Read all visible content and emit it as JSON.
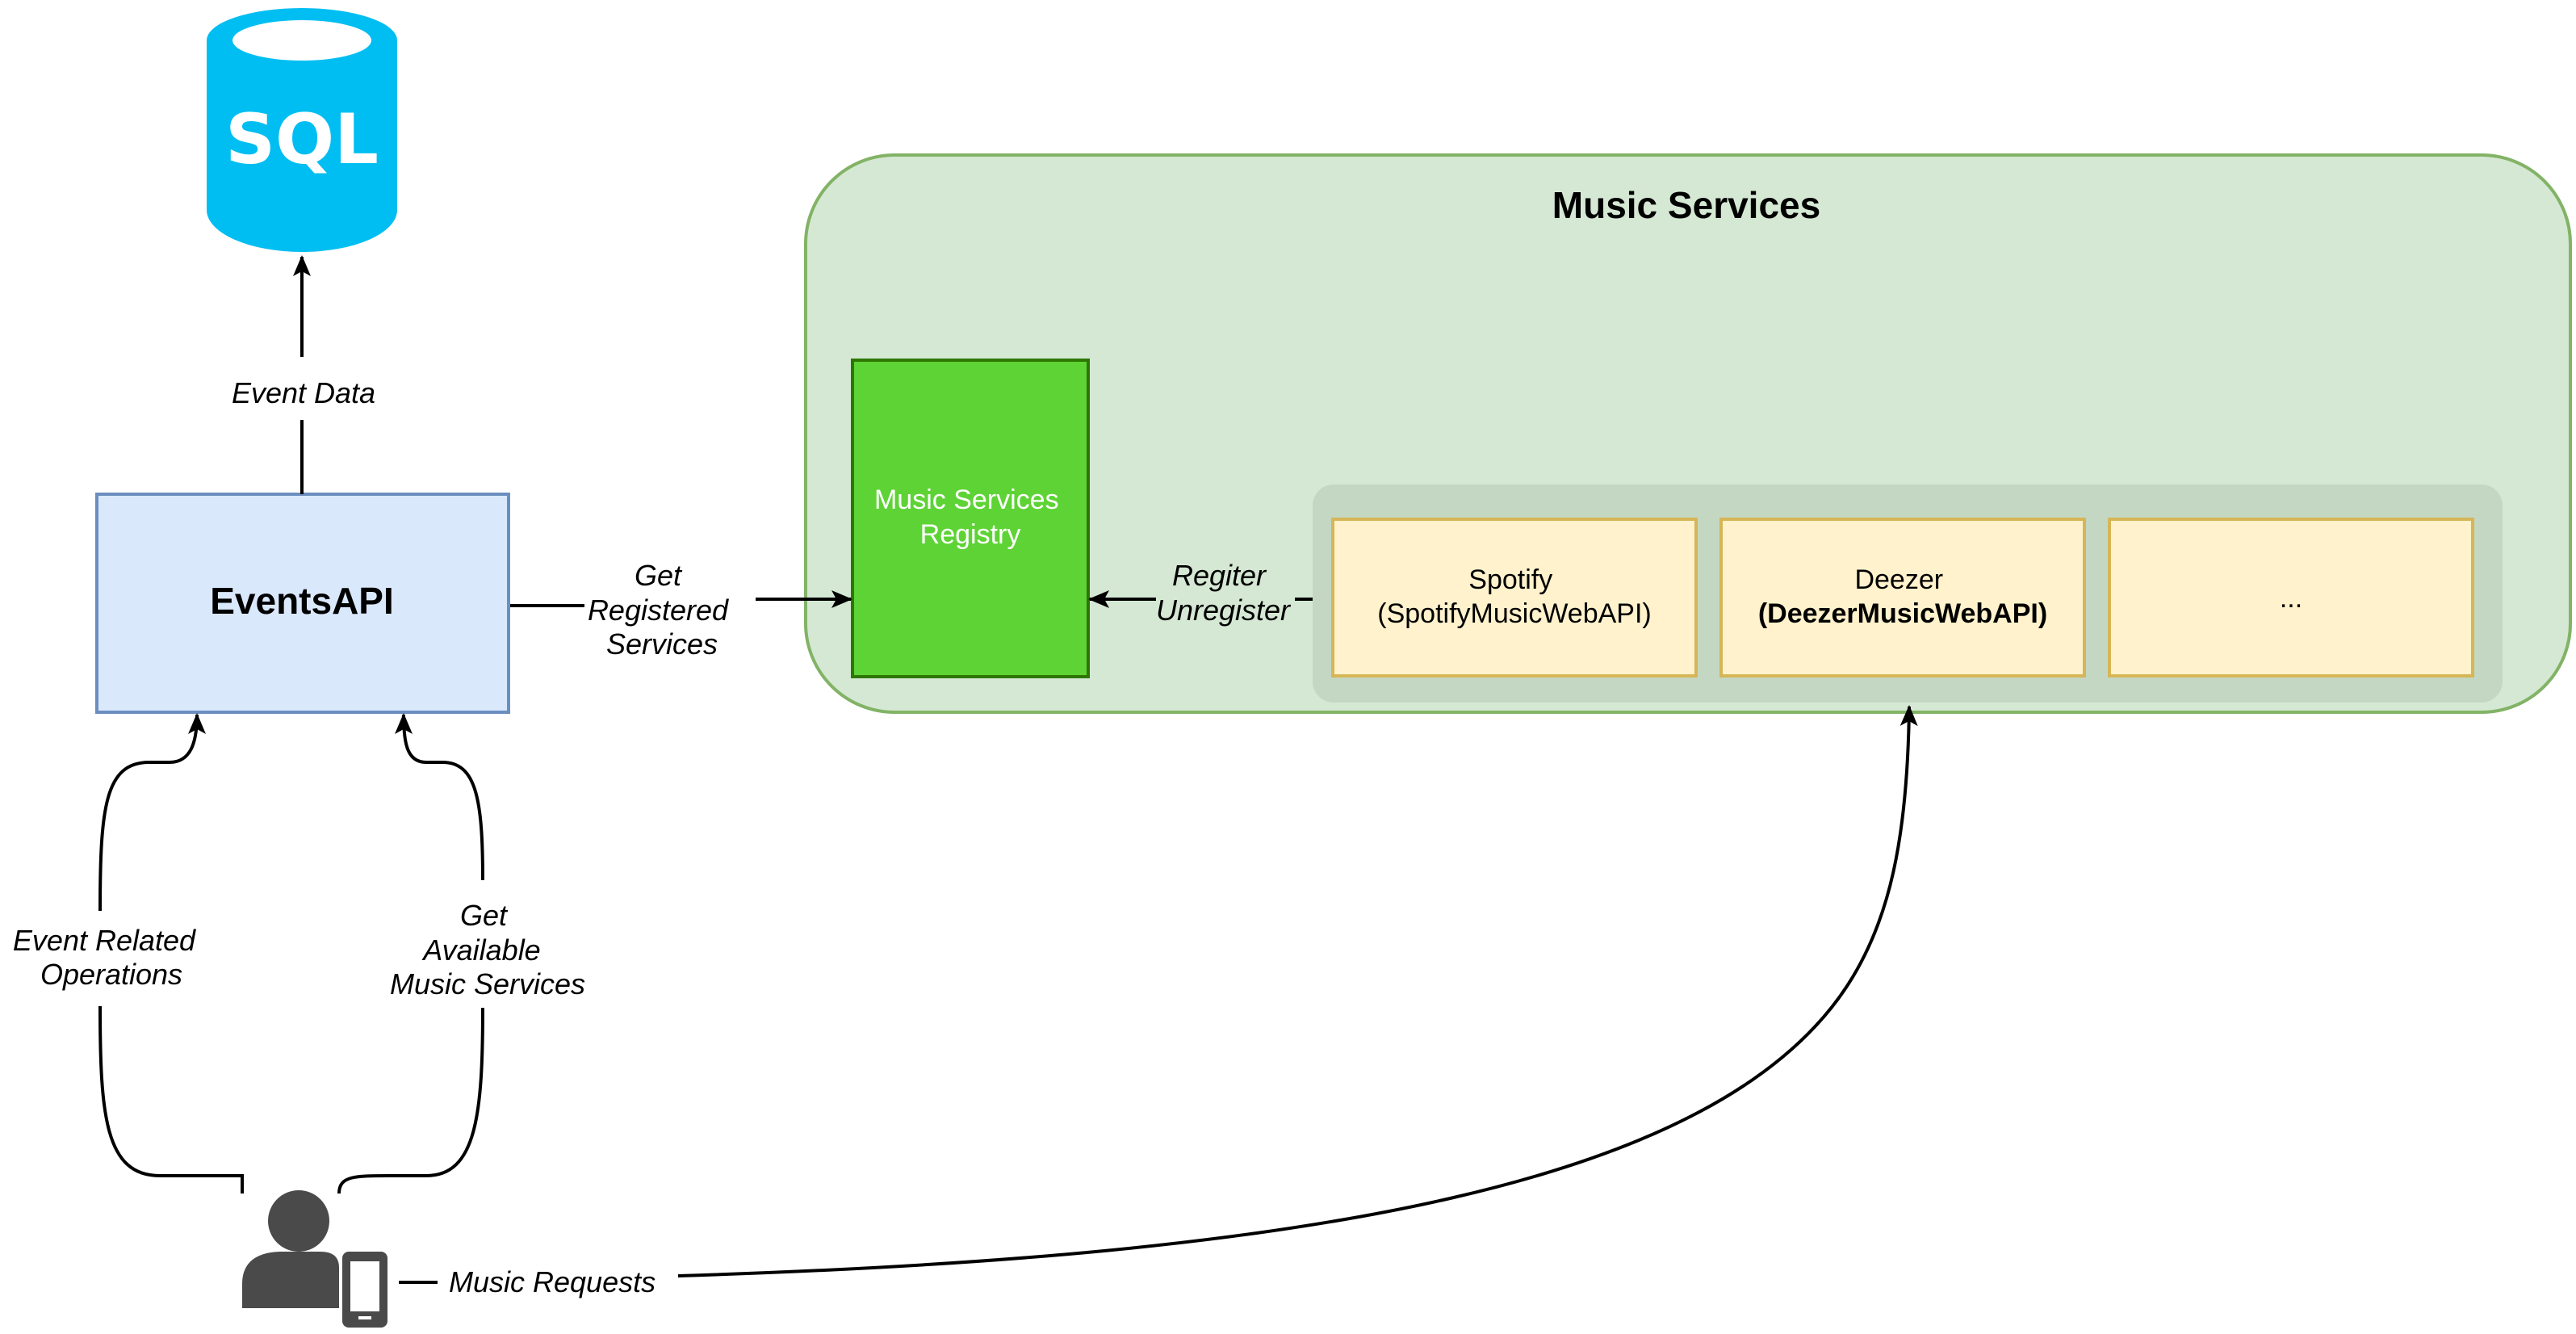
{
  "colors": {
    "database": "#00BEF2",
    "events_api_fill": "#DAE8FC",
    "events_api_border": "#6C8EBF",
    "music_services_fill": "#D5E8D4",
    "music_services_border": "#82B366",
    "registry_fill": "#5ED335",
    "registry_border": "#2D7600",
    "providers_group_fill": "#C4D7C2",
    "provider_fill": "#FFF2CC",
    "provider_border": "#D6B656",
    "user_icon": "#4A4A4A"
  },
  "database": {
    "icon": "database-icon",
    "label": "SQL"
  },
  "events_api": {
    "label": "EventsAPI"
  },
  "music_services": {
    "title": "Music Services",
    "registry": {
      "line1": "Music Services",
      "line2": "Registry"
    },
    "providers": [
      {
        "line1": "Spotify",
        "line2": "(SpotifyMusicWebAPI)",
        "line2_bold": false
      },
      {
        "line1": "Deezer",
        "line2": "(DeezerMusicWebAPI)",
        "line2_bold": true
      },
      {
        "line1": "...",
        "line2": "",
        "line2_bold": false
      }
    ]
  },
  "user": {
    "icon": "user-with-phone-icon"
  },
  "edges": {
    "event_data": "Event Data",
    "get_registered_services": [
      "Get",
      "Registered",
      "Services"
    ],
    "register_unregister": [
      "Regiter",
      "Unregister"
    ],
    "event_related_operations": [
      "Event Related",
      "Operations"
    ],
    "get_available_music_services": [
      "Get",
      "Available",
      "Music Services"
    ],
    "music_requests": "Music Requests"
  }
}
